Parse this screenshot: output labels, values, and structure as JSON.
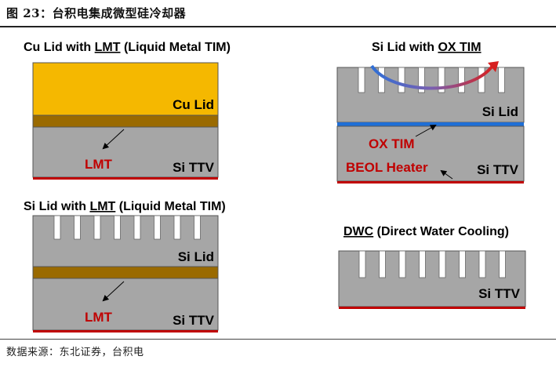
{
  "figure": {
    "title": "图 23：台积电集成微型硅冷却器",
    "source": "数据来源：东北证券，台积电"
  },
  "panels": {
    "cu_lid": {
      "heading": {
        "pre": "Cu Lid with ",
        "key": "LMT",
        "post": " (Liquid Metal TIM)"
      },
      "lid_label": "Cu Lid",
      "tim_label": "LMT",
      "base_label": "Si TTV"
    },
    "si_lid_lmt": {
      "heading": {
        "pre": "Si Lid with ",
        "key": "LMT",
        "post": " (Liquid Metal TIM)"
      },
      "lid_label": "Si Lid",
      "tim_label": "LMT",
      "base_label": "Si TTV"
    },
    "si_lid_ox": {
      "heading": {
        "pre": "Si Lid with ",
        "key": "OX TIM",
        "post": ""
      },
      "lid_label": "Si Lid",
      "tim_label": "OX TIM",
      "heater_label": "BEOL Heater",
      "base_label": "Si TTV"
    },
    "dwc": {
      "heading": {
        "pre": "",
        "key": "DWC",
        "post": " (Direct Water Cooling)"
      },
      "base_label": "Si TTV"
    }
  },
  "colors": {
    "copper": "#f5b800",
    "tim_brown": "#9a6a00",
    "silicon": "#a6a6a6",
    "red_line": "#c00000",
    "red_text": "#c00000",
    "ox_blue": "#1f6fd6"
  }
}
